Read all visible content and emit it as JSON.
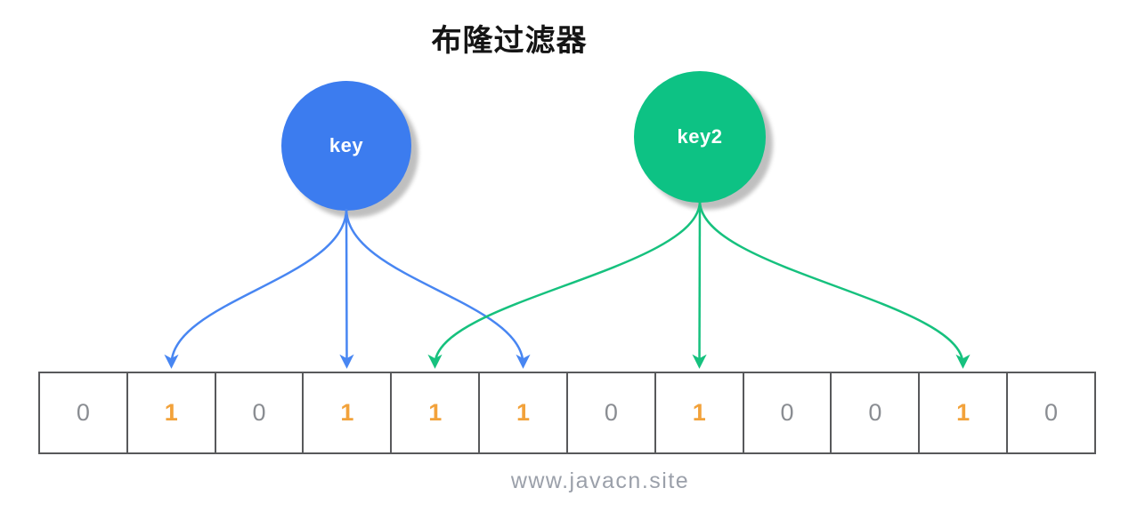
{
  "title": "布隆过滤器",
  "watermark": "www.javacn.site",
  "colors": {
    "background": "#FFFFFF",
    "title_text": "#151515",
    "cell_border": "#58595B",
    "bit_one": "#F2A23B",
    "bit_zero": "#8A8D92",
    "watermark_text": "#9BA0AA"
  },
  "keys": [
    {
      "label": "key",
      "fill_color": "#3C7CEF",
      "arrow_color": "#4886F2",
      "text_color": "#FFFFFF",
      "hash_targets": [
        1,
        3,
        5
      ]
    },
    {
      "label": "key2",
      "fill_color": "#0DC284",
      "arrow_color": "#16C17E",
      "text_color": "#FFFFFF",
      "hash_targets": [
        4,
        7,
        10
      ]
    }
  ],
  "bit_array": {
    "values": [
      "0",
      "1",
      "0",
      "1",
      "1",
      "1",
      "0",
      "1",
      "0",
      "0",
      "1",
      "0"
    ]
  }
}
